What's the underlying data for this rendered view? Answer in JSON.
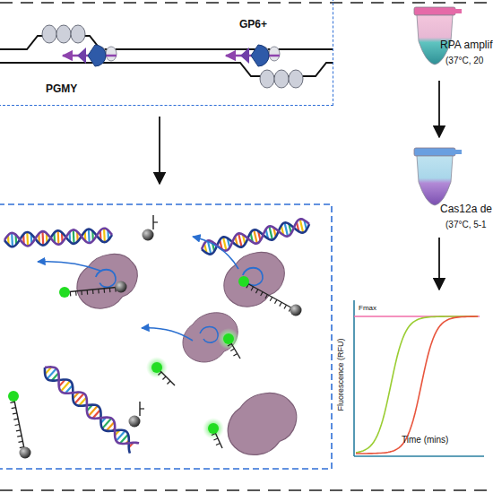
{
  "diagram": {
    "nodes": [
      {
        "text": [
          "PGMY",
          "GP6+"
        ]
      },
      {
        "text": [
          "RPA amplif",
          "(37°C, 20"
        ]
      },
      {
        "text": [
          "Cas12a de",
          "(37°C, 5-1"
        ]
      },
      {
        "text": [
          "Fmax",
          "Fluorescence (RFU)",
          "Time (mins)"
        ]
      }
    ],
    "edges": [
      {
        "from": 1,
        "to": 2,
        "arrow": "to"
      },
      {
        "from": 2,
        "to": 3,
        "arrow": "to"
      }
    ]
  }
}
